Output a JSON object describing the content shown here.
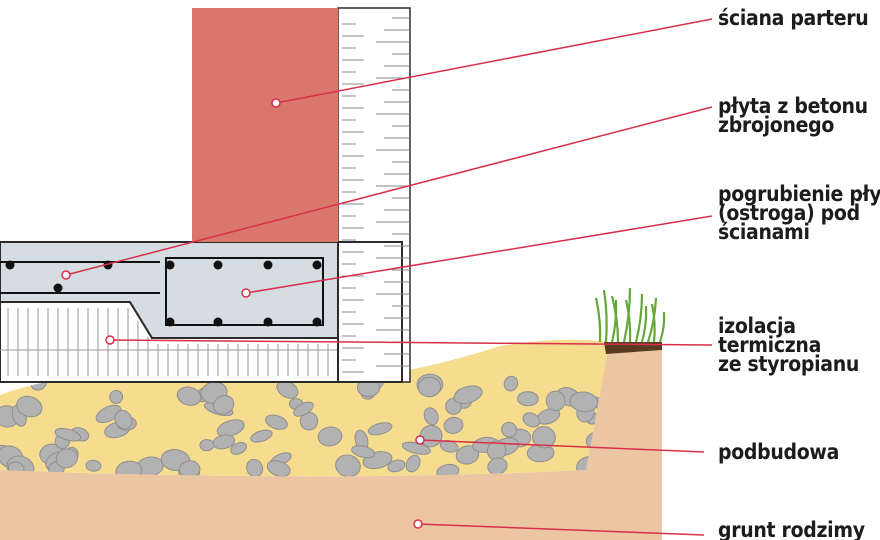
{
  "labels": [
    {
      "id": "wall",
      "lines": [
        "ściana parteru"
      ]
    },
    {
      "id": "slab",
      "lines": [
        "płyta z betonu",
        "zbrojonego"
      ]
    },
    {
      "id": "thickening",
      "lines": [
        "pogrubienie pły",
        "(ostroga) pod",
        "ścianami"
      ]
    },
    {
      "id": "insulation",
      "lines": [
        "izolacja",
        "termiczna",
        "ze styropianu"
      ]
    },
    {
      "id": "subbase",
      "lines": [
        "podbudowa"
      ]
    },
    {
      "id": "soil",
      "lines": [
        "grunt rodzimy"
      ]
    }
  ],
  "colors": {
    "leader": "#d8304a",
    "wall": "#d9776a",
    "masonry": "#ffffff",
    "concrete": "#d5dde3",
    "outline": "#2b2b2b",
    "subbase": "#f6dc8e",
    "soil": "#ecc6a2",
    "stone": "#b2b2b2",
    "grass": "#63a83a",
    "rebar": "#111111"
  }
}
